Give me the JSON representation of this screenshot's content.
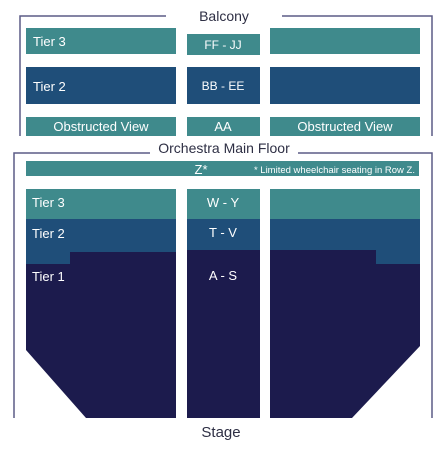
{
  "balcony": {
    "title": "Balcony",
    "tier3_label": "Tier 3",
    "tier2_label": "Tier 2",
    "center_tier3_rows": "FF - JJ",
    "center_tier2_rows": "BB - EE",
    "obstructed_left": "Obstructed View",
    "center_obstructed_rows": "AA",
    "obstructed_right": "Obstructed View"
  },
  "orchestra": {
    "title": "Orchestra Main Floor",
    "row_z_label": "Z*",
    "wheelchair_note": "* Limited wheelchair seating in Row Z.",
    "tier3_label": "Tier 3",
    "tier2_label": "Tier 2",
    "tier1_label": "Tier 1",
    "center_tier3_rows": "W - Y",
    "center_tier2_rows": "T - V",
    "center_tier1_rows": "A - S"
  },
  "stage_label": "Stage",
  "colors": {
    "tier3": "#3f8a8c",
    "tier2": "#1f4e79",
    "tier1": "#1c1b4d",
    "outline": "#5c5b86",
    "text_dark": "#2e2f44"
  }
}
